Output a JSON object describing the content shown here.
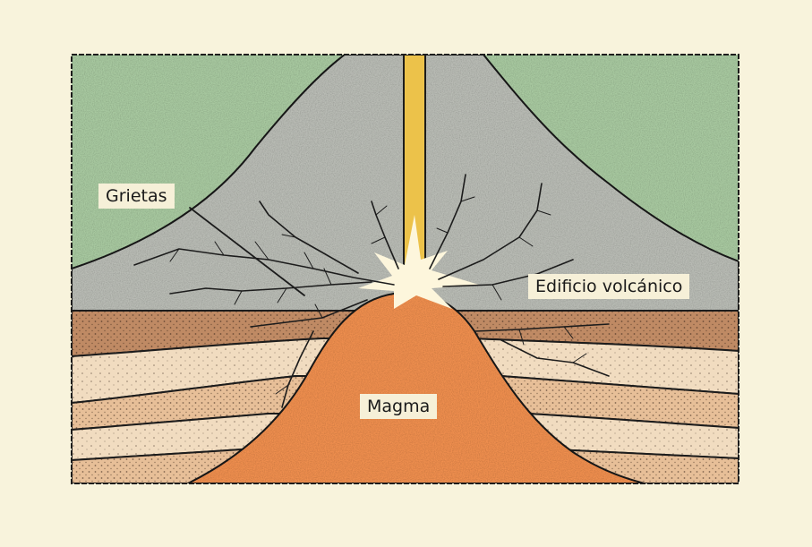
{
  "labels": {
    "cracks": "Grietas",
    "volcanic_edifice": "Edificio volcánico",
    "magma": "Magma"
  },
  "colors": {
    "paper": "#f8f3dc",
    "sky": "#a8c9a0",
    "edifice": "#b9bcb5",
    "eruption_column": "#ecc24a",
    "flash": "#fdf6dc",
    "magma": "#ef8f4f",
    "stratum_dark": "#bf8a64",
    "stratum_mid": "#e7bf98",
    "stratum_light": "#f1dcc0",
    "ink": "#1c1c1c"
  }
}
